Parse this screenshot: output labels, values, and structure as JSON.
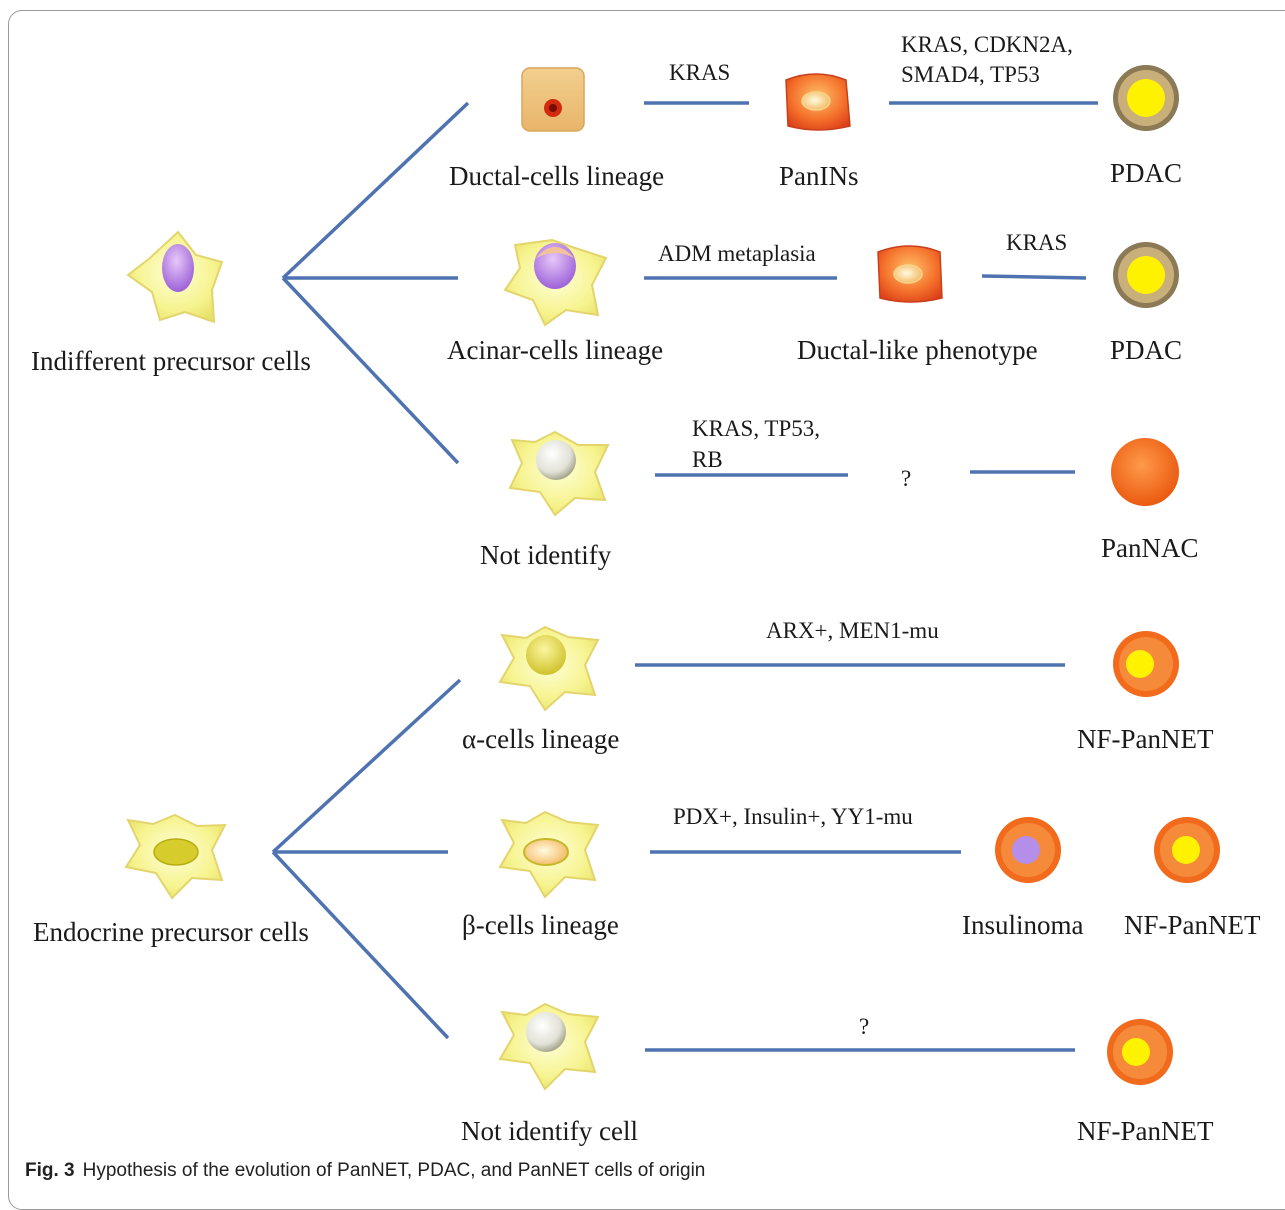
{
  "figure": {
    "caption_label": "Fig. 3",
    "caption_text": "Hypothesis of the evolution of PanNET, PDAC, and PanNET cells of origin"
  },
  "nodes": {
    "indifferent_precursor": "Indifferent precursor cells",
    "endocrine_precursor": "Endocrine precursor cells",
    "ductal_lineage": "Ductal-cells lineage",
    "panins": "PanINs",
    "pdac_1": "PDAC",
    "acinar_lineage": "Acinar-cells lineage",
    "ductal_like": "Ductal-like phenotype",
    "pdac_2": "PDAC",
    "not_identify": "Not identify",
    "pannac": "PanNAC",
    "alpha_lineage": "α-cells lineage",
    "nf_pannet_1": "NF-PanNET",
    "beta_lineage": "β-cells lineage",
    "insulinoma": "Insulinoma",
    "nf_pannet_2": "NF-PanNET",
    "not_identify_cell": "Not identify cell",
    "nf_pannet_3": "NF-PanNET"
  },
  "edges": {
    "ductal_to_panins": "KRAS",
    "panins_to_pdac_l1": "KRAS, CDKN2A,",
    "panins_to_pdac_l2": "SMAD4, TP53",
    "acinar_to_ductal_like": "ADM metaplasia",
    "ductal_like_to_pdac": "KRAS",
    "not_identify_l1": "KRAS, TP53,",
    "not_identify_l2": "RB",
    "unknown_step_1": "?",
    "alpha_to_nf": "ARX+, MEN1-mu",
    "beta_to_tumors": "PDX+, Insulin+, YY1-mu",
    "unknown_step_2": "?"
  },
  "colors": {
    "line": "#4f73b0",
    "yellow_cell": "#f4f28a",
    "orange_tumor": "#f26a1b",
    "pdac_ring": "#8b7a55",
    "tumor_core": "#fff200",
    "purple_core": "#b48ee8"
  }
}
